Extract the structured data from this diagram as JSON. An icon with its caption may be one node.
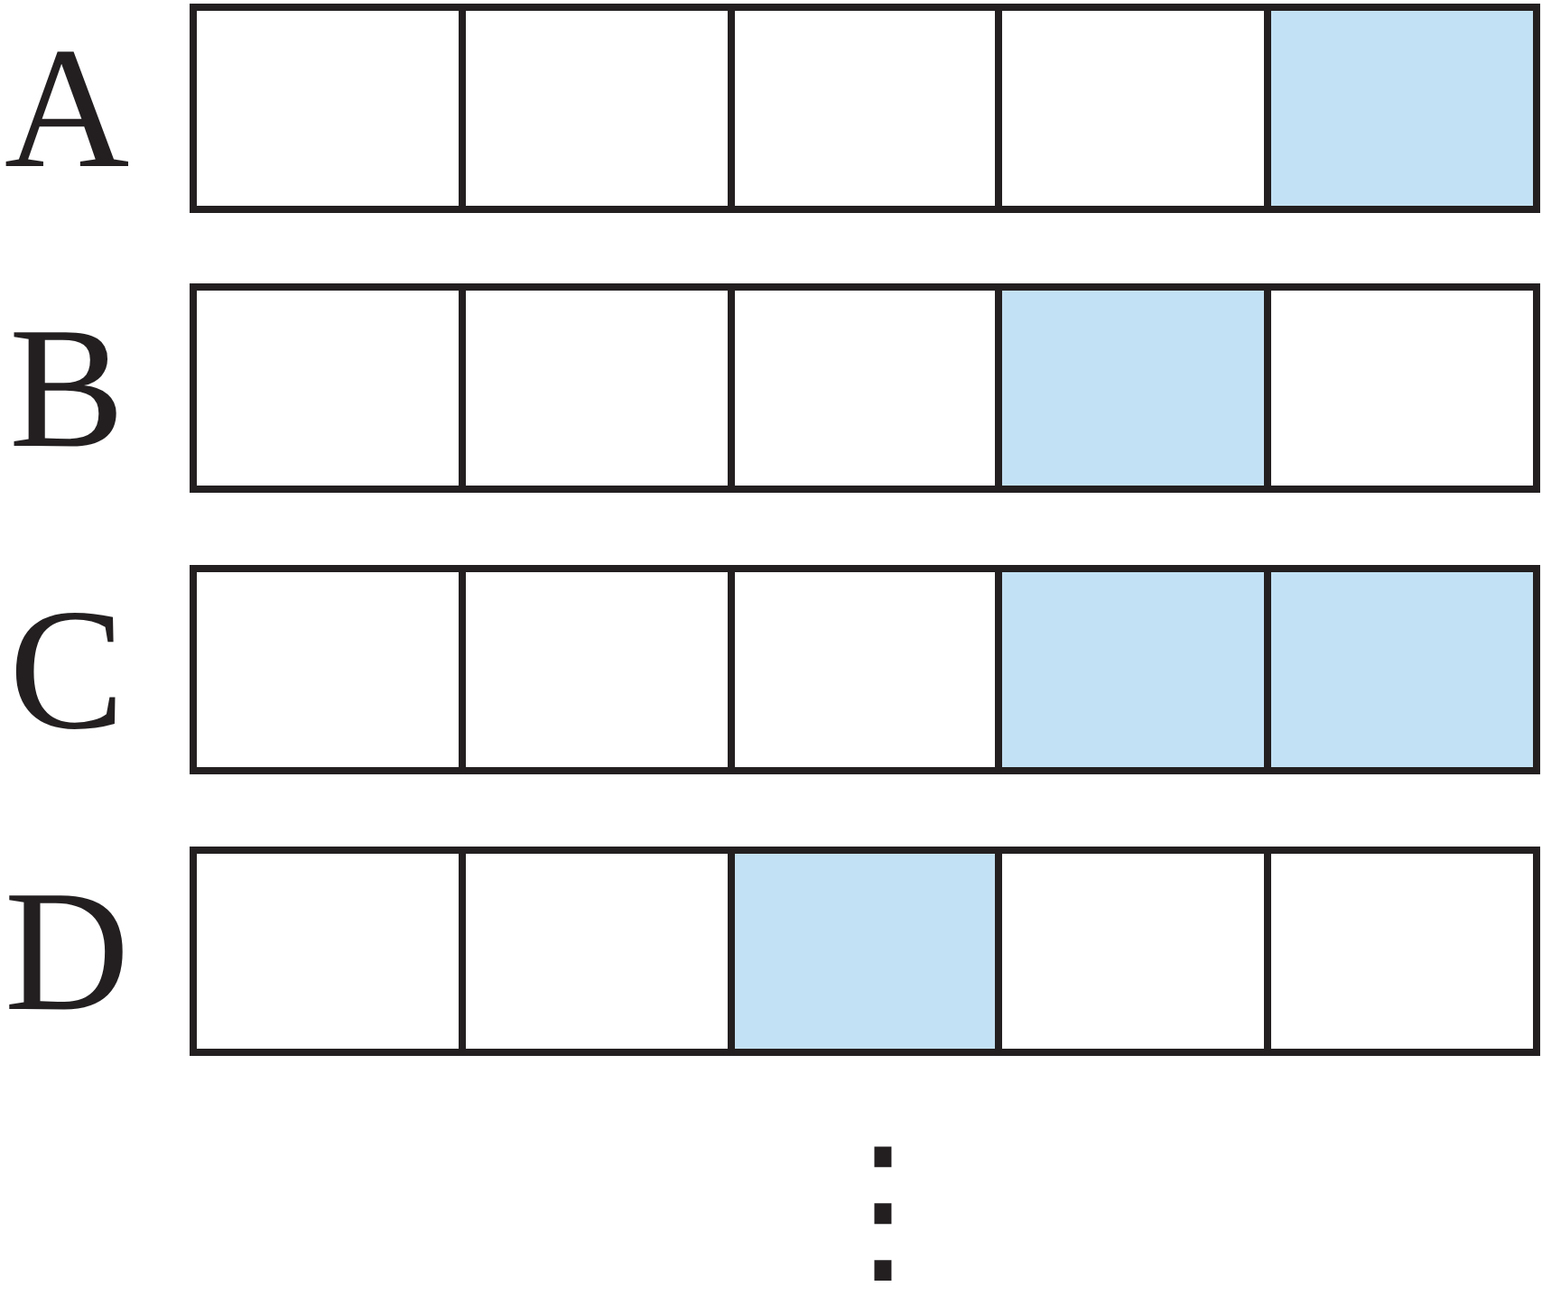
{
  "diagram": {
    "nodes": [
      {
        "text": [
          "A"
        ]
      },
      {
        "text": [],
        "shape": "box",
        "in": 0
      },
      {
        "text": [],
        "shape": "box",
        "in": 0
      },
      {
        "text": [],
        "shape": "box",
        "in": 0
      },
      {
        "text": [],
        "shape": "box",
        "in": 0
      },
      {
        "text": [],
        "shape": "box",
        "in": 0
      },
      {
        "text": [
          "B"
        ]
      },
      {
        "text": [],
        "shape": "box",
        "in": 6
      },
      {
        "text": [],
        "shape": "box",
        "in": 6
      },
      {
        "text": [],
        "shape": "box",
        "in": 6
      },
      {
        "text": [],
        "shape": "box",
        "in": 6
      },
      {
        "text": [],
        "shape": "box",
        "in": 6
      },
      {
        "text": [
          "C"
        ]
      },
      {
        "text": [],
        "shape": "box",
        "in": 12
      },
      {
        "text": [],
        "shape": "box",
        "in": 12
      },
      {
        "text": [],
        "shape": "box",
        "in": 12
      },
      {
        "text": [],
        "shape": "box",
        "in": 12
      },
      {
        "text": [],
        "shape": "box",
        "in": 12
      },
      {
        "text": [
          "D"
        ]
      },
      {
        "text": [],
        "shape": "box",
        "in": 18
      },
      {
        "text": [],
        "shape": "box",
        "in": 18
      },
      {
        "text": [],
        "shape": "box",
        "in": 18
      },
      {
        "text": [],
        "shape": "box",
        "in": 18
      },
      {
        "text": [],
        "shape": "box",
        "in": 18
      }
    ],
    "labels": [
      "⋮"
    ]
  }
}
